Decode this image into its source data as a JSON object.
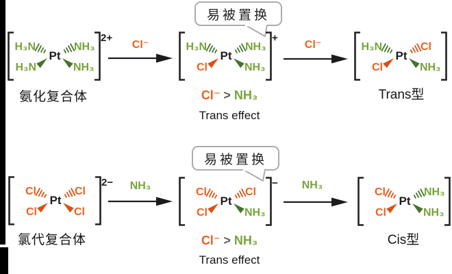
{
  "palette": {
    "orange": "#EC611E",
    "orange_bond": "#DD5013",
    "green": "#79A23D",
    "green_bond": "#44742B",
    "black": "#1C1C1C",
    "bubble_border": "#ACACAC"
  },
  "bubble": {
    "label": "易被置换"
  },
  "rows": [
    {
      "reactant_caption": "氨化复合体",
      "step1_reagent": "Cl⁻",
      "step2_reagent": "Cl⁻",
      "comparison": {
        "left": "Cl⁻",
        "op": ">",
        "right": "NH₃"
      },
      "effect": "Trans effect",
      "product_caption": "Trans型",
      "reactant": {
        "center": "Pt",
        "charge": "2+",
        "ligands": {
          "tl": {
            "label": "H₃N",
            "color": "green",
            "bond": "hash"
          },
          "tr": {
            "label": "NH₃",
            "color": "green",
            "bond": "hash"
          },
          "bl": {
            "label": "H₃N",
            "color": "green",
            "bond": "wedge"
          },
          "br": {
            "label": "NH₃",
            "color": "green",
            "bond": "wedge"
          }
        }
      },
      "intermediate": {
        "center": "Pt",
        "charge": "+",
        "ligands": {
          "tl": {
            "label": "H₃N",
            "color": "green",
            "bond": "hash"
          },
          "tr": {
            "label": "NH₃",
            "color": "green",
            "bond": "hash"
          },
          "bl": {
            "label": "Cl",
            "color": "orange",
            "bond": "wedge"
          },
          "br": {
            "label": "NH₃",
            "color": "green",
            "bond": "wedge"
          }
        }
      },
      "product": {
        "center": "Pt",
        "charge": "",
        "ligands": {
          "tl": {
            "label": "H₃N",
            "color": "green",
            "bond": "hash"
          },
          "tr": {
            "label": "Cl",
            "color": "orange",
            "bond": "hash"
          },
          "bl": {
            "label": "Cl",
            "color": "orange",
            "bond": "wedge"
          },
          "br": {
            "label": "NH₃",
            "color": "green",
            "bond": "wedge"
          }
        }
      }
    },
    {
      "reactant_caption": "氯代复合体",
      "step1_reagent": "NH₃",
      "step2_reagent": "NH₃",
      "comparison": {
        "left": "Cl⁻",
        "op": ">",
        "right": "NH₃"
      },
      "effect": "Trans effect",
      "product_caption": "Cis型",
      "reactant": {
        "center": "Pt",
        "charge": "2−",
        "ligands": {
          "tl": {
            "label": "Cl",
            "color": "orange",
            "bond": "hash"
          },
          "tr": {
            "label": "Cl",
            "color": "orange",
            "bond": "hash"
          },
          "bl": {
            "label": "Cl",
            "color": "orange",
            "bond": "wedge"
          },
          "br": {
            "label": "Cl",
            "color": "orange",
            "bond": "wedge"
          }
        }
      },
      "intermediate": {
        "center": "Pt",
        "charge": "−",
        "ligands": {
          "tl": {
            "label": "Cl",
            "color": "orange",
            "bond": "hash"
          },
          "tr": {
            "label": "Cl",
            "color": "orange",
            "bond": "hash"
          },
          "bl": {
            "label": "Cl",
            "color": "orange",
            "bond": "wedge"
          },
          "br": {
            "label": "NH₃",
            "color": "green",
            "bond": "wedge"
          }
        }
      },
      "product": {
        "center": "Pt",
        "charge": "",
        "ligands": {
          "tl": {
            "label": "Cl",
            "color": "orange",
            "bond": "hash"
          },
          "tr": {
            "label": "NH₃",
            "color": "green",
            "bond": "hash"
          },
          "bl": {
            "label": "Cl",
            "color": "orange",
            "bond": "wedge"
          },
          "br": {
            "label": "NH₃",
            "color": "green",
            "bond": "wedge"
          }
        }
      }
    }
  ]
}
